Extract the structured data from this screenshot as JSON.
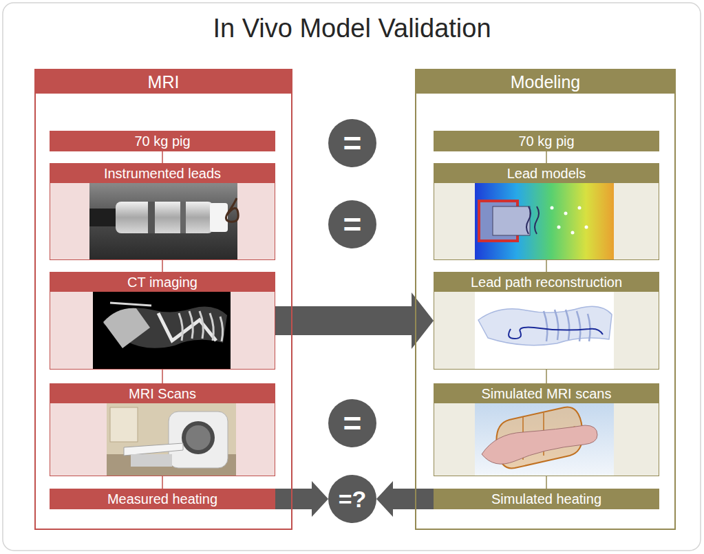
{
  "diagram": {
    "title": "In Vivo Model Validation",
    "nodes": [
      {
        "text": [
          "MRI"
        ]
      },
      {
        "text": [
          "70 kg pig"
        ],
        "in": 0
      },
      {
        "text": [
          "Instrumented leads"
        ],
        "in": 0
      },
      {
        "text": [
          "CT imaging"
        ],
        "in": 0
      },
      {
        "text": [
          "MRI Scans"
        ],
        "in": 0
      },
      {
        "text": [
          "Measured heating"
        ],
        "in": 0
      },
      {
        "text": [
          "Modeling"
        ]
      },
      {
        "text": [
          "70 kg pig"
        ],
        "in": 6
      },
      {
        "text": [
          "Lead models"
        ],
        "in": 6
      },
      {
        "text": [
          "Lead path reconstruction"
        ],
        "in": 6
      },
      {
        "text": [
          "Simulated MRI scans"
        ],
        "in": 6
      },
      {
        "text": [
          "Simulated heating"
        ],
        "in": 6
      },
      {
        "text": [
          "="
        ]
      },
      {
        "text": [
          "="
        ]
      },
      {
        "text": [
          "="
        ]
      },
      {
        "text": [
          "=?"
        ]
      }
    ],
    "edges": [
      {
        "from": 1,
        "to": 2,
        "arrow": "none"
      },
      {
        "from": 2,
        "to": 3,
        "arrow": "none"
      },
      {
        "from": 3,
        "to": 4,
        "arrow": "none"
      },
      {
        "from": 4,
        "to": 5,
        "arrow": "none"
      },
      {
        "from": 7,
        "to": 8,
        "arrow": "none"
      },
      {
        "from": 8,
        "to": 9,
        "arrow": "none"
      },
      {
        "from": 9,
        "to": 10,
        "arrow": "none"
      },
      {
        "from": 10,
        "to": 11,
        "arrow": "none"
      },
      {
        "from": 3,
        "to": 9,
        "arrow": "to"
      },
      {
        "from": 5,
        "to": 15,
        "arrow": "to"
      },
      {
        "from": 11,
        "to": 15,
        "arrow": "to"
      }
    ]
  }
}
